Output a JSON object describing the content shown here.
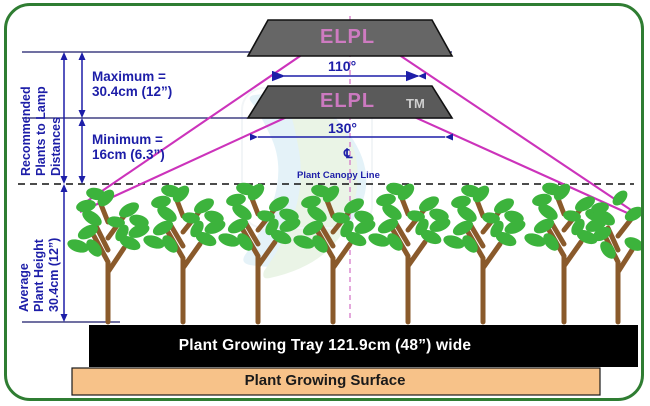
{
  "diagram": {
    "title": "Recommended Plants to Lamp Distances",
    "border_color": "#2f7d32",
    "accent_blue": "#1d1ea8",
    "beam_color": "#cc33bb",
    "lamp_color": "#5f5f5f"
  },
  "labels": {
    "left_group": {
      "line1": "Recommended",
      "line2": "Plants to Lamp",
      "line3": "Distances"
    },
    "maximum_line1": "Maximum =",
    "maximum_line2": "30.4cm (12”)",
    "minimum_line1": "Minimum =",
    "minimum_line2": "16cm (6.3”)",
    "avg_height_line1": "Average",
    "avg_height_line2": "Plant Height",
    "avg_height_line3": "30.4cm (12”)",
    "canopy_line": "Plant Canopy Line",
    "centerline_symbol": "℄"
  },
  "lamps": [
    {
      "name": "upper-lamp",
      "brand": "ELPL",
      "beam_angle": "110°"
    },
    {
      "name": "lower-lamp",
      "brand": "ELPL",
      "trademark": "TM",
      "beam_angle": "130°"
    }
  ],
  "angles": {
    "upper": "110°",
    "lower": "130°"
  },
  "tray": {
    "label": "Plant Growing Tray 121.9cm (48”) wide",
    "color": "#000000"
  },
  "surface": {
    "label": "Plant Growing Surface",
    "color": "#f7c289"
  }
}
